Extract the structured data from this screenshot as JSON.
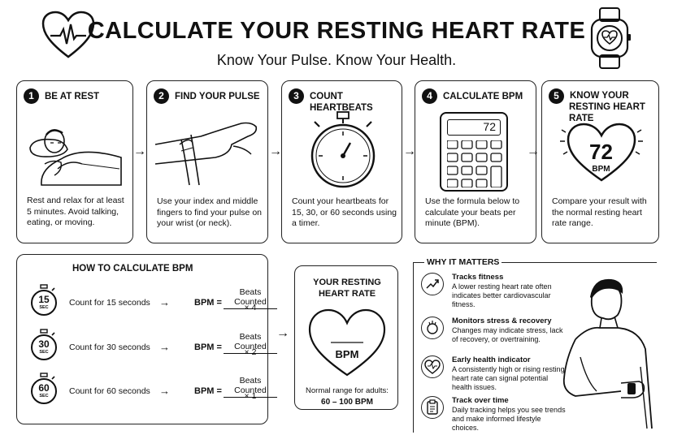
{
  "header": {
    "title": "CALCULATE YOUR RESTING HEART RATE",
    "subtitle": "Know Your Pulse. Know Your Health."
  },
  "steps": [
    {
      "num": "1",
      "title": "BE AT REST",
      "desc": "Rest and relax for at least 5 minutes. Avoid talking, eating, or moving."
    },
    {
      "num": "2",
      "title": "FIND YOUR PULSE",
      "desc": "Use your index and middle fingers to find your pulse on your wrist (or neck)."
    },
    {
      "num": "3",
      "title": "COUNT HEARTBEATS",
      "desc": "Count your heartbeats for 15, 30, or 60 seconds using a timer."
    },
    {
      "num": "4",
      "title": "CALCULATE BPM",
      "desc": "Use the formula below to calculate your beats per minute (BPM).",
      "calculator_display": "72"
    },
    {
      "num": "5",
      "title_line1": "KNOW YOUR",
      "title_line2": "RESTING HEART RATE",
      "desc": "Compare your result with the normal resting heart rate range.",
      "heart_value": "72",
      "heart_unit": "BPM"
    }
  ],
  "how_to": {
    "title": "HOW TO CALCULATE BPM",
    "rows": [
      {
        "timer_value": "15",
        "timer_unit": "SEC",
        "count_label": "Count for 15 seconds",
        "bpm_label": "BPM =",
        "numerator": "Beats Counted",
        "denominator": "× 4"
      },
      {
        "timer_value": "30",
        "timer_unit": "SEC",
        "count_label": "Count for 30 seconds",
        "bpm_label": "BPM =",
        "numerator": "Beats Counted",
        "denominator": "× 2"
      },
      {
        "timer_value": "60",
        "timer_unit": "SEC",
        "count_label": "Count for 60 seconds",
        "bpm_label": "BPM =",
        "numerator": "Beats Counted",
        "denominator": "× 1"
      }
    ],
    "arrow": "→"
  },
  "result_card": {
    "title_line1": "YOUR RESTING",
    "title_line2": "HEART RATE",
    "unit": "BPM",
    "normal_label": "Normal range for adults:",
    "normal_range": "60 – 100 BPM"
  },
  "why": {
    "title": "WHY IT MATTERS",
    "items": [
      {
        "icon": "trend-up-icon",
        "title": "Tracks fitness",
        "desc": "A lower resting heart rate often indicates better cardiovascular fitness."
      },
      {
        "icon": "stress-head-icon",
        "title": "Monitors stress & recovery",
        "desc": "Changes may indicate stress, lack of recovery, or overtraining."
      },
      {
        "icon": "heart-pulse-icon",
        "title": "Early health indicator",
        "desc": "A consistently high or rising resting heart rate can signal potential health issues."
      },
      {
        "icon": "clipboard-icon",
        "title": "Track over time",
        "desc": "Daily tracking helps you see trends and make informed lifestyle choices."
      }
    ]
  },
  "flow_arrow": "→"
}
